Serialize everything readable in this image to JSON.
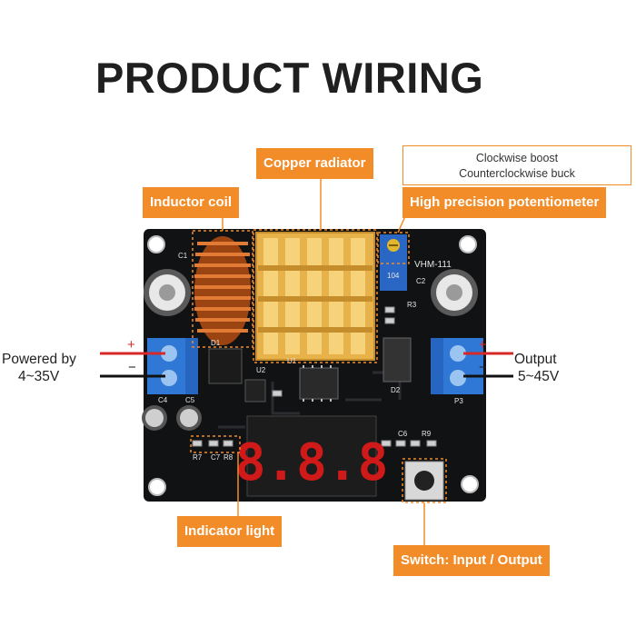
{
  "title": "PRODUCT WIRING",
  "labels": {
    "copper_radiator": "Copper radiator",
    "inductor_coil": "Inductor coil",
    "high_precision_potentiometer": "High precision potentiometer",
    "indicator_light": "Indicator light",
    "switch": "Switch: Input / Output"
  },
  "potentiometer_note": {
    "line1": "Clockwise boost",
    "line2": "Counterclockwise buck"
  },
  "input": {
    "line1": "Powered by",
    "line2": "4~35V"
  },
  "output": {
    "line1": "Output",
    "line2": "5~45V"
  },
  "polarity": {
    "plus": "+",
    "minus": "−"
  },
  "board": {
    "model": "VHM-111",
    "display": "8.8.8",
    "silk": {
      "c1": "C1",
      "c2": "C2",
      "c4": "C4",
      "c5": "C5",
      "u1": "U1",
      "u2": "U2",
      "d1": "D1",
      "d2": "D2",
      "r3": "R3",
      "r7": "R7",
      "r8": "R8",
      "r9": "R9",
      "p3": "P3",
      "c6": "C6",
      "c7": "C7",
      "pot": "104"
    }
  },
  "colors": {
    "accent": "#f28c28",
    "pcb": "#111214",
    "terminal": "#2f78d6",
    "copper": "#e7b24a",
    "coil": "#c5581c"
  }
}
